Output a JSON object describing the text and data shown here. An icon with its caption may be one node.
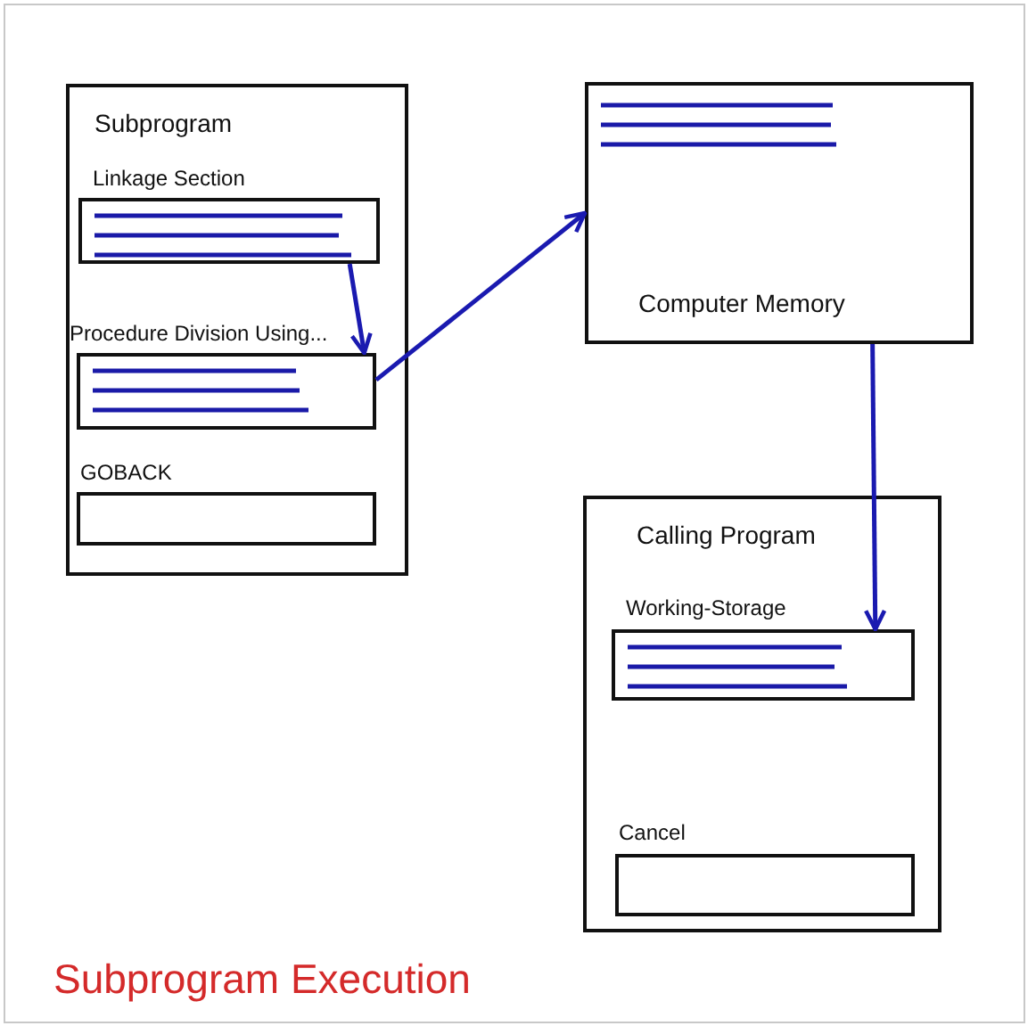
{
  "diagram": {
    "title": "Subprogram Execution",
    "nodes": [
      {
        "text": [
          "Subprogram"
        ]
      },
      {
        "text": [
          "Linkage Section"
        ],
        "in": 0
      },
      {
        "text": [
          "Procedure Division Using..."
        ],
        "in": 0
      },
      {
        "text": [
          "GOBACK"
        ],
        "in": 0
      },
      {
        "text": [
          "Computer Memory"
        ]
      },
      {
        "text": [
          "Calling Program"
        ]
      },
      {
        "text": [
          "Working-Storage"
        ],
        "in": 5
      },
      {
        "text": [
          "Cancel"
        ],
        "in": 5
      }
    ],
    "edges": [
      {
        "from": 1,
        "to": 2,
        "arrow": "to"
      },
      {
        "from": 2,
        "to": 4,
        "arrow": "to"
      },
      {
        "from": 4,
        "to": 6,
        "arrow": "to"
      }
    ]
  }
}
